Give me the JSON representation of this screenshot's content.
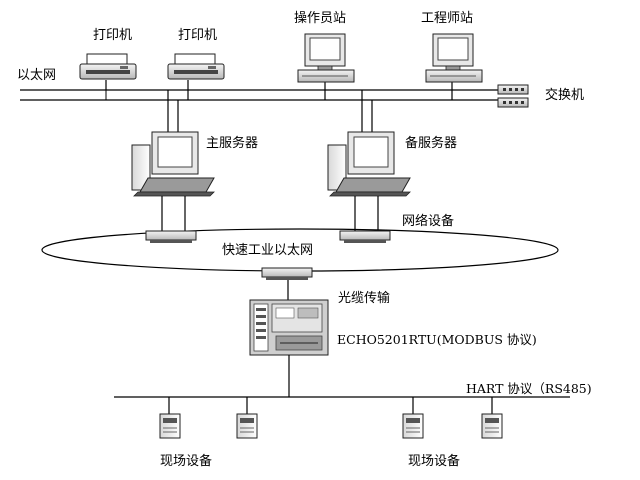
{
  "labels": {
    "printer_1": "打印机",
    "printer_2": "打印机",
    "operator_station": "操作员站",
    "engineer_station": "工程师站",
    "ethernet": "以太网",
    "switch": "交换机",
    "main_server": "主服务器",
    "backup_server": "备服务器",
    "network_device": "网络设备",
    "fast_ethernet": "快速工业以太网",
    "fiber_transmission": "光缆传输",
    "rtu": "ECHO5201RTU(MODBUS 协议)",
    "hart_protocol": "HART 协议（RS485)",
    "field_device_1": "现场设备",
    "field_device_2": "现场设备"
  }
}
